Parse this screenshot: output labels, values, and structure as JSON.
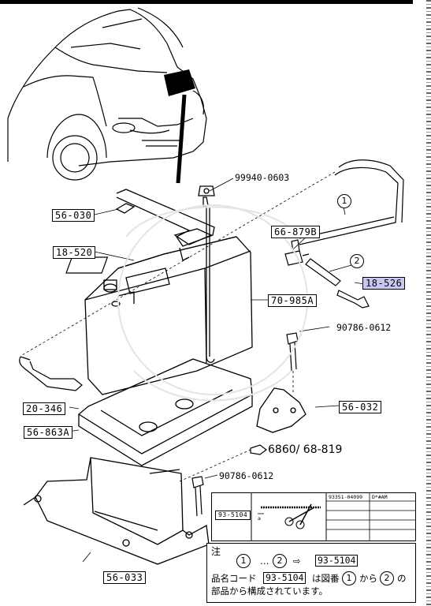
{
  "labels": {
    "part_99940": "99940-0603",
    "part_56030": "56-030",
    "part_66879b": "66-879B",
    "part_18520": "18-520",
    "part_18526": "18-526",
    "part_70985a": "70-985A",
    "part_90786_upper": "90786-0612",
    "part_20346": "20-346",
    "part_56032": "56-032",
    "part_56863a": "56-863A",
    "part_6860": "6860/ 68-819",
    "part_90786_lower": "90786-0612",
    "part_56033": "56-033",
    "circle_1": "1",
    "circle_2": "2"
  },
  "inset": {
    "code_box": "93-5104",
    "col1": "93351-04099",
    "col2": "D*#AM",
    "arrow_label": "a"
  },
  "note": {
    "title": "注",
    "line1_a": "1",
    "line1_dots": "…",
    "line1_b": "2",
    "line1_arrow": "⇨",
    "line1_code": "93-5104",
    "line2_prefix": "品名コード",
    "line2_code": "93-5104",
    "line2_mid": "は図番",
    "line2_a": "1",
    "line2_from": "から",
    "line2_b": "2",
    "line2_end": "の",
    "line3": "部品から構成されています。"
  },
  "colors": {
    "highlight": "#c7c8f2",
    "ink": "#000000"
  }
}
